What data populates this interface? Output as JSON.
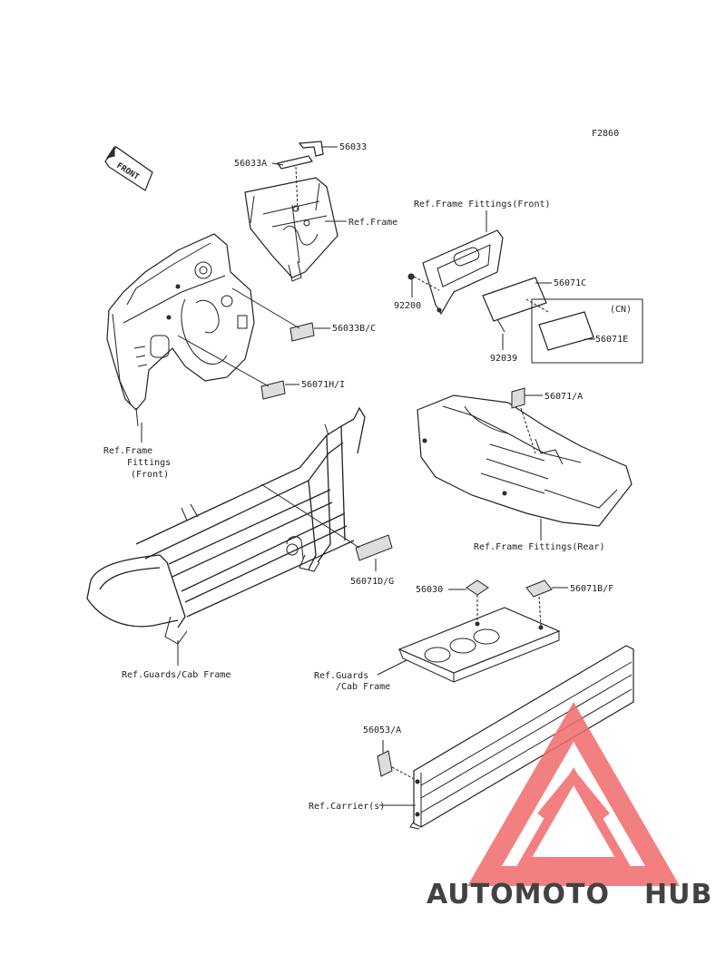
{
  "figure_code": "F2860",
  "front_arrow_label": "FRONT",
  "labels": {
    "p56033": "56033",
    "p56033A": "56033A",
    "ref_frame": "Ref.Frame",
    "p56033BC": "56033B/C",
    "p56071HI": "56071H/I",
    "ref_frame_fittings_front_left_1": "Ref.Frame",
    "ref_frame_fittings_front_left_2": "Fittings",
    "ref_frame_fittings_front_left_3": "(Front)",
    "ref_frame_fittings_front_top": "Ref.Frame Fittings(Front)",
    "p92200": "92200",
    "p56071C": "56071C",
    "cn": "(CN)",
    "p56071E": "56071E",
    "p92039": "92039",
    "p56071A": "56071/A",
    "ref_frame_fittings_rear": "Ref.Frame Fittings(Rear)",
    "p56071DG": "56071D/G",
    "p56030": "56030",
    "p56071BF": "56071B/F",
    "ref_guards_cab_frame_left": "Ref.Guards/Cab Frame",
    "ref_guards_1": "Ref.Guards",
    "ref_guards_2": "/Cab Frame",
    "p56053A": "56053/A",
    "ref_carrier": "Ref.Carrier(s)"
  },
  "watermark": {
    "part1": "AUTOMOTO",
    "part2": "HUB",
    "color1": "#f7a541",
    "color2": "#8a8a8a",
    "triangle_color": "#f26b6b"
  }
}
